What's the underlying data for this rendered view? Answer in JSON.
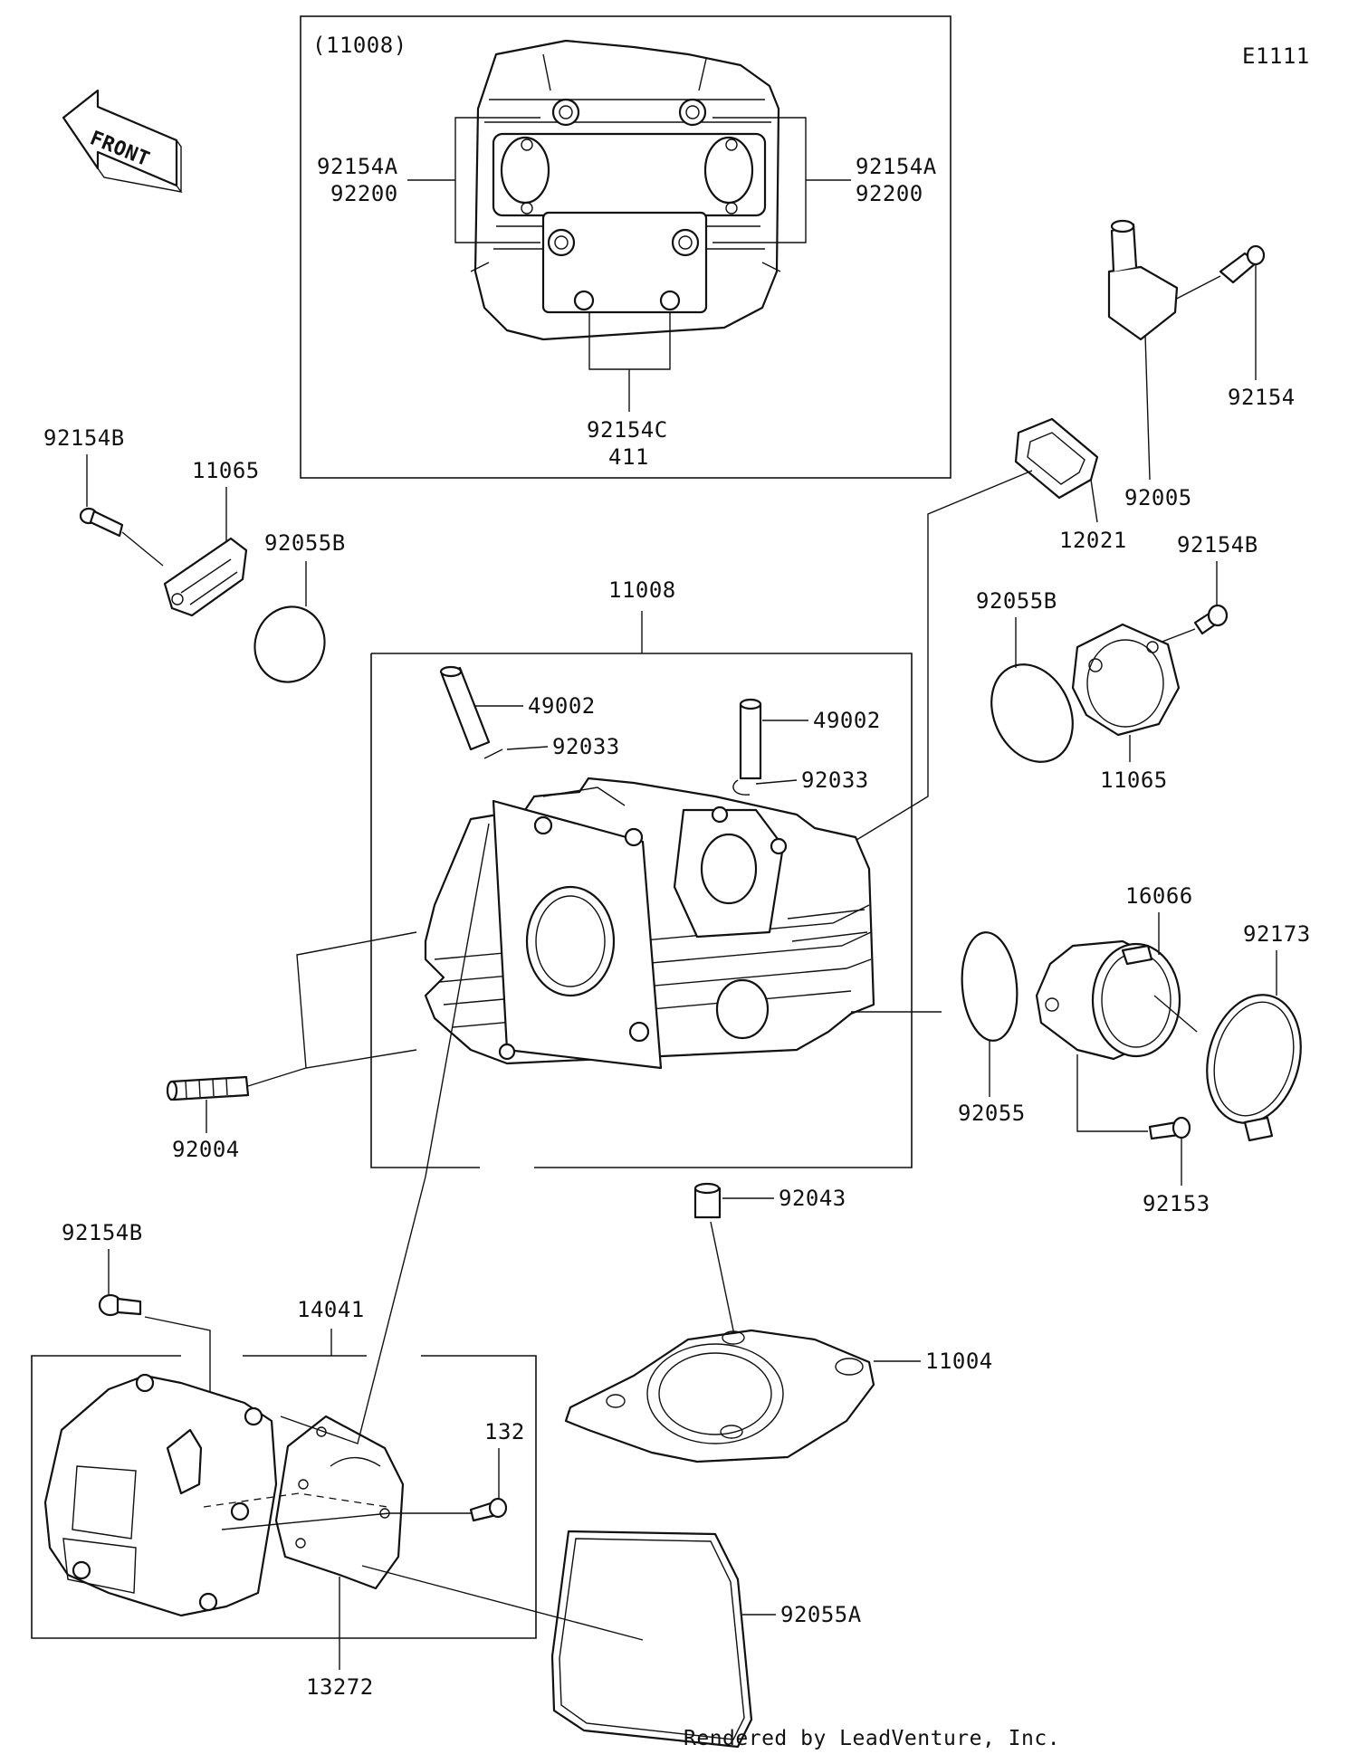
{
  "diagram": {
    "code": "E1111",
    "front_arrow_label": "FRONT",
    "footer": "Rendered by LeadVenture, Inc.",
    "inset_title": "(11008)",
    "labels": {
      "inset_92154A_left": "92154A",
      "inset_92200_left": "92200",
      "inset_92154A_right": "92154A",
      "inset_92200_right": "92200",
      "inset_92154C": "92154C",
      "inset_411": "411",
      "p92154B_topleft": "92154B",
      "p11065_left": "11065",
      "p92055B_left": "92055B",
      "p92154_right": "92154",
      "p92005": "92005",
      "p12021": "12021",
      "p92154B_right": "92154B",
      "p92055B_right": "92055B",
      "p11065_right": "11065",
      "p11008": "11008",
      "p49002_a": "49002",
      "p92033_a": "92033",
      "p49002_b": "49002",
      "p92033_b": "92033",
      "p16066": "16066",
      "p92173": "92173",
      "p92055": "92055",
      "p92153": "92153",
      "p92004": "92004",
      "p92043": "92043",
      "p11004": "11004",
      "p92154B_bottom": "92154B",
      "p14041": "14041",
      "p132": "132",
      "p13272": "13272",
      "p92055A": "92055A"
    }
  }
}
